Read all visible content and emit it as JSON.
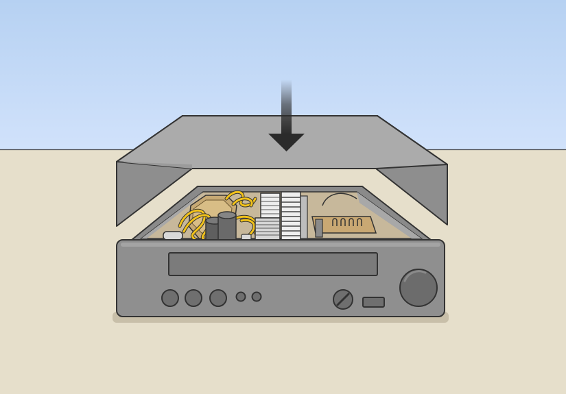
{
  "scene": {
    "subject": "amplifier-receiver",
    "action": "lid-being-lowered",
    "arrow_direction": "down"
  },
  "colors": {
    "sky_top": "#b8d3f2",
    "sky_bottom": "#cfe0fb",
    "floor": "#e6dfcb",
    "casing": "#8e8e8e",
    "casing_dark": "#6f6f6f",
    "lid_top": "#b3b3b3",
    "lid_front": "#8f8f8f",
    "wires": "#f2c21a",
    "board": "#c9a873",
    "arrow": "#303030"
  },
  "components": {
    "front_panel": [
      "display-window",
      "knob-1",
      "knob-2",
      "knob-3",
      "button-1",
      "button-2",
      "selector-knob",
      "input-jack",
      "volume-knob"
    ],
    "inside": [
      "transformer",
      "capacitors",
      "heatsink",
      "circuit-board",
      "wiring-harness"
    ]
  }
}
